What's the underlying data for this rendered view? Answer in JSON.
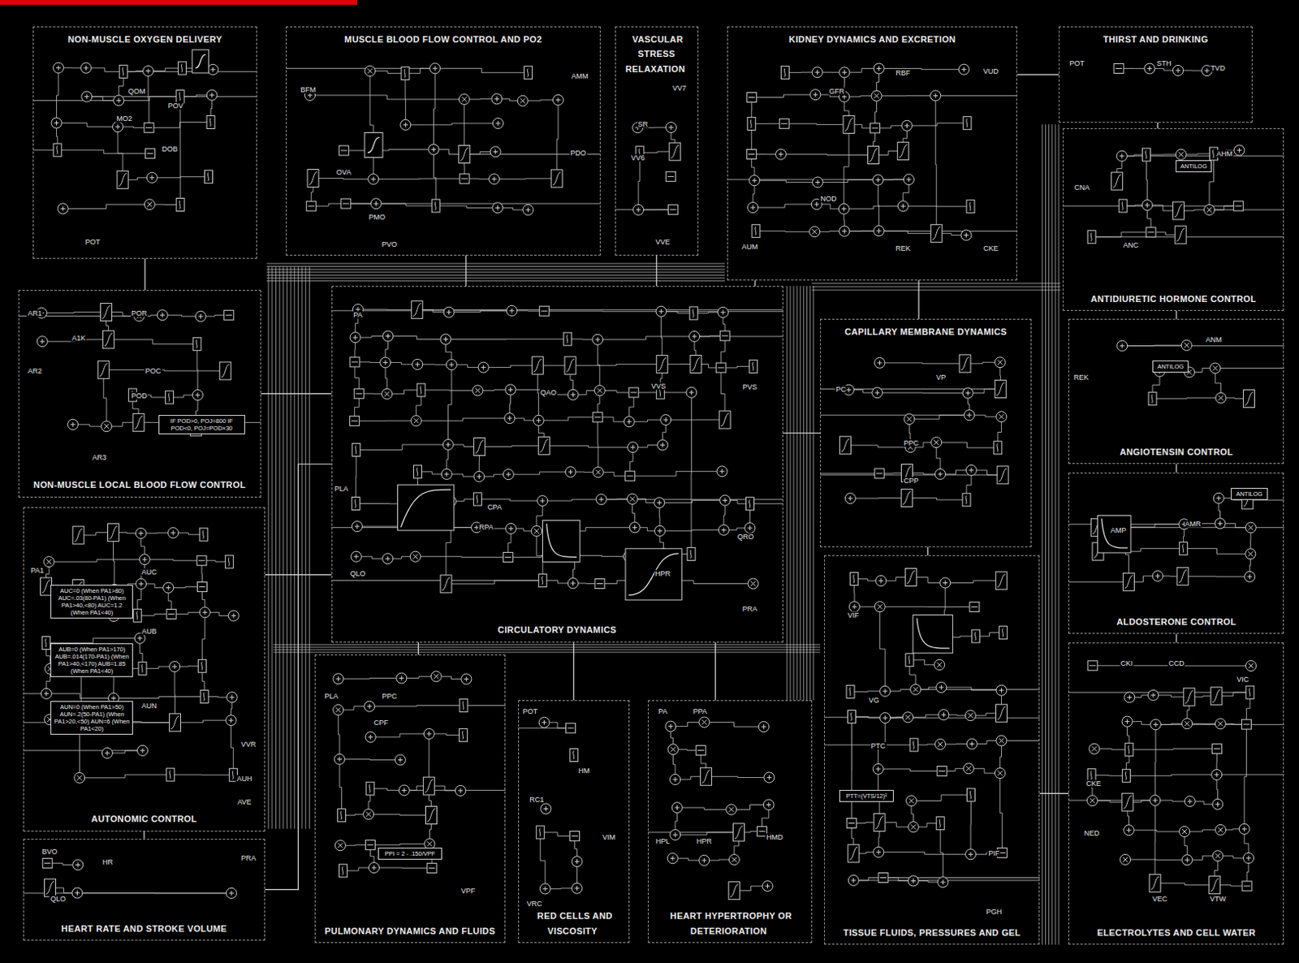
{
  "diagram": {
    "nodes": [
      {
        "text": [
          "NON-MUSCLE OXYGEN DELIVERY"
        ]
      },
      {
        "text": [
          "MUSCLE BLOOD FLOW CONTROL AND PO2"
        ]
      },
      {
        "text": [
          "VASCULAR STRESS RELAXATION"
        ]
      },
      {
        "text": [
          "KIDNEY DYNAMICS AND EXCRETION"
        ]
      },
      {
        "text": [
          "THIRST AND DRINKING"
        ]
      },
      {
        "text": [
          "ANTIDIURETIC HORMONE CONTROL"
        ]
      },
      {
        "text": [
          "NON-MUSCLE LOCAL BLOOD FLOW CONTROL"
        ]
      },
      {
        "text": [
          "CIRCULATORY DYNAMICS"
        ]
      },
      {
        "text": [
          "CAPILLARY MEMBRANE DYNAMICS"
        ]
      },
      {
        "text": [
          "ANGIOTENSIN CONTROL"
        ]
      },
      {
        "text": [
          "ALDOSTERONE CONTROL"
        ]
      },
      {
        "text": [
          "AUTONOMIC CONTROL"
        ]
      },
      {
        "text": [
          "HEART RATE AND STROKE VOLUME"
        ]
      },
      {
        "text": [
          "PULMONARY DYNAMICS AND FLUIDS"
        ]
      },
      {
        "text": [
          "RED CELLS AND VISCOSITY"
        ]
      },
      {
        "text": [
          "HEART HYPERTROPHY OR DETERIORATION"
        ]
      },
      {
        "text": [
          "TISSUE FLUIDS, PRESSURES AND GEL"
        ]
      },
      {
        "text": [
          "ELECTROLYTES AND CELL WATER"
        ]
      },
      {
        "text": [
          "AUC=0 (When PA1>80) AUC=.03(80-PA1) (When PA1>40,<80) AUC=1.2 (When PA1<40)"
        ],
        "in": 11
      },
      {
        "text": [
          "AUB=0 (When PA1>170) AUB=.014(170-PA1) (When PA1>40,<170) AUB=1.85 (When PA1<40)"
        ],
        "in": 11
      },
      {
        "text": [
          "AUN=0 (When PA1>50) AUN=.2(50-PA1) (When PA1>20,<50) AUN=6 (When PA1<20)"
        ],
        "in": 11
      },
      {
        "text": [
          "IF POD>0, POJ=800 IF POD<0, POJ=POD×30"
        ],
        "in": 6
      },
      {
        "text": [
          "ANTILOG"
        ],
        "in": 5
      },
      {
        "text": [
          "ANTILOG"
        ],
        "in": 9
      },
      {
        "text": [
          "ANTILOG"
        ],
        "in": 10
      },
      {
        "text": [
          "PPI = 2 - .150/VPF"
        ],
        "in": 13
      },
      {
        "text": [
          "PTT=(VTS/12)²"
        ],
        "in": 16
      }
    ],
    "edges": [
      {
        "from": 0,
        "to": 6,
        "arrow": "none"
      },
      {
        "from": 1,
        "to": 7,
        "arrow": "none"
      },
      {
        "from": 2,
        "to": 7,
        "arrow": "none"
      },
      {
        "from": 3,
        "to": 7,
        "arrow": "none"
      },
      {
        "from": 3,
        "to": 8,
        "arrow": "none"
      },
      {
        "from": 3,
        "to": 4,
        "arrow": "none"
      },
      {
        "from": 4,
        "to": 5,
        "arrow": "none"
      },
      {
        "from": 5,
        "to": 9,
        "arrow": "none"
      },
      {
        "from": 9,
        "to": 10,
        "arrow": "none"
      },
      {
        "from": 10,
        "to": 17,
        "arrow": "none"
      },
      {
        "from": 6,
        "to": 7,
        "arrow": "none"
      },
      {
        "from": 11,
        "to": 7,
        "arrow": "none"
      },
      {
        "from": 11,
        "to": 12,
        "arrow": "none"
      },
      {
        "from": 12,
        "to": 7,
        "arrow": "none"
      },
      {
        "from": 13,
        "to": 7,
        "arrow": "none"
      },
      {
        "from": 14,
        "to": 7,
        "arrow": "none"
      },
      {
        "from": 15,
        "to": 7,
        "arrow": "none"
      },
      {
        "from": 8,
        "to": 7,
        "arrow": "none"
      },
      {
        "from": 16,
        "to": 8,
        "arrow": "none"
      },
      {
        "from": 16,
        "to": 17,
        "arrow": "none"
      }
    ],
    "labels": [
      "QOM",
      "MO2",
      "POV",
      "DOB",
      "POT",
      "BFM",
      "OVA",
      "PMO",
      "PVO",
      "AMM",
      "PDO",
      "VV7",
      "VV6",
      "SR",
      "VVE",
      "GFR",
      "RBF",
      "VUD",
      "NOD",
      "AUM",
      "REK",
      "CKE",
      "POT",
      "STH",
      "TVD",
      "CNA",
      "ANC",
      "AHM",
      "AR1",
      "A1K",
      "POR",
      "AR2",
      "POC",
      "AR3",
      "POD",
      "PA",
      "VVS",
      "PVS",
      "QAO",
      "PLA",
      "CPA",
      "RPA",
      "QRO",
      "QLO",
      "HPR",
      "PRA",
      "PC",
      "VP",
      "PPC",
      "CPP",
      "REK",
      "ANM",
      "AMP",
      "AMR",
      "PA1",
      "AUC",
      "AUB",
      "AUN",
      "VVR",
      "AUH",
      "AVE",
      "BVO",
      "HR",
      "QLO",
      "PRA",
      "PLA",
      "PPC",
      "CPF",
      "VPF",
      "POT",
      "RC1",
      "HM",
      "VRC",
      "VIM",
      "PA",
      "PPA",
      "HPL",
      "HPR",
      "HMD",
      "VIF",
      "VG",
      "PTC",
      "PIF",
      "PGH",
      "CKI",
      "CCD",
      "VIC",
      "CKE",
      "NED",
      "VEC",
      "VTW"
    ]
  }
}
